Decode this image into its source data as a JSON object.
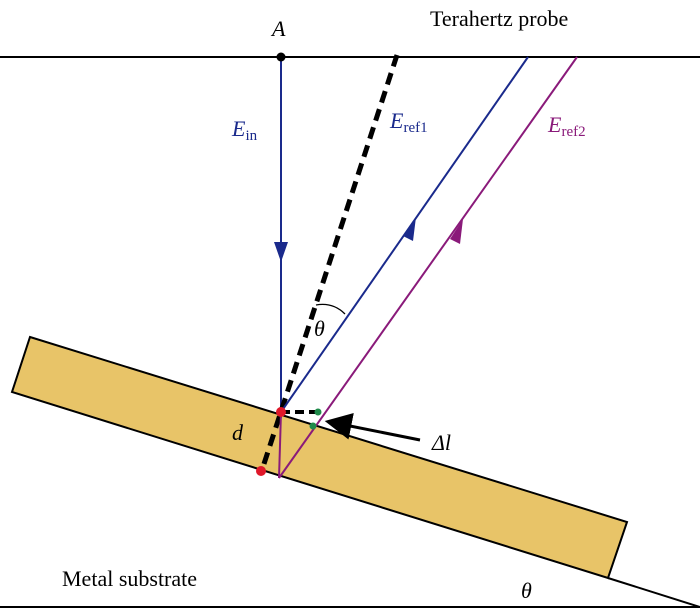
{
  "labels": {
    "probe": "Terahertz probe",
    "point_a": "A",
    "e_in_main": "E",
    "e_in_sub": "in",
    "e_ref1_main": "E",
    "e_ref1_sub": "ref1",
    "e_ref2_main": "E",
    "e_ref2_sub": "ref2",
    "theta_upper": "θ",
    "theta_lower": "θ",
    "thickness": "d",
    "path_diff": "Δl",
    "substrate": "Metal substrate"
  },
  "colors": {
    "incident": "#1a2a8c",
    "ref1": "#1a2a8c",
    "ref2": "#8a1a7a",
    "sample_fill": "#e8c468",
    "red_point": "#e0182a",
    "green_point": "#1f8a4a",
    "line": "#000000"
  }
}
